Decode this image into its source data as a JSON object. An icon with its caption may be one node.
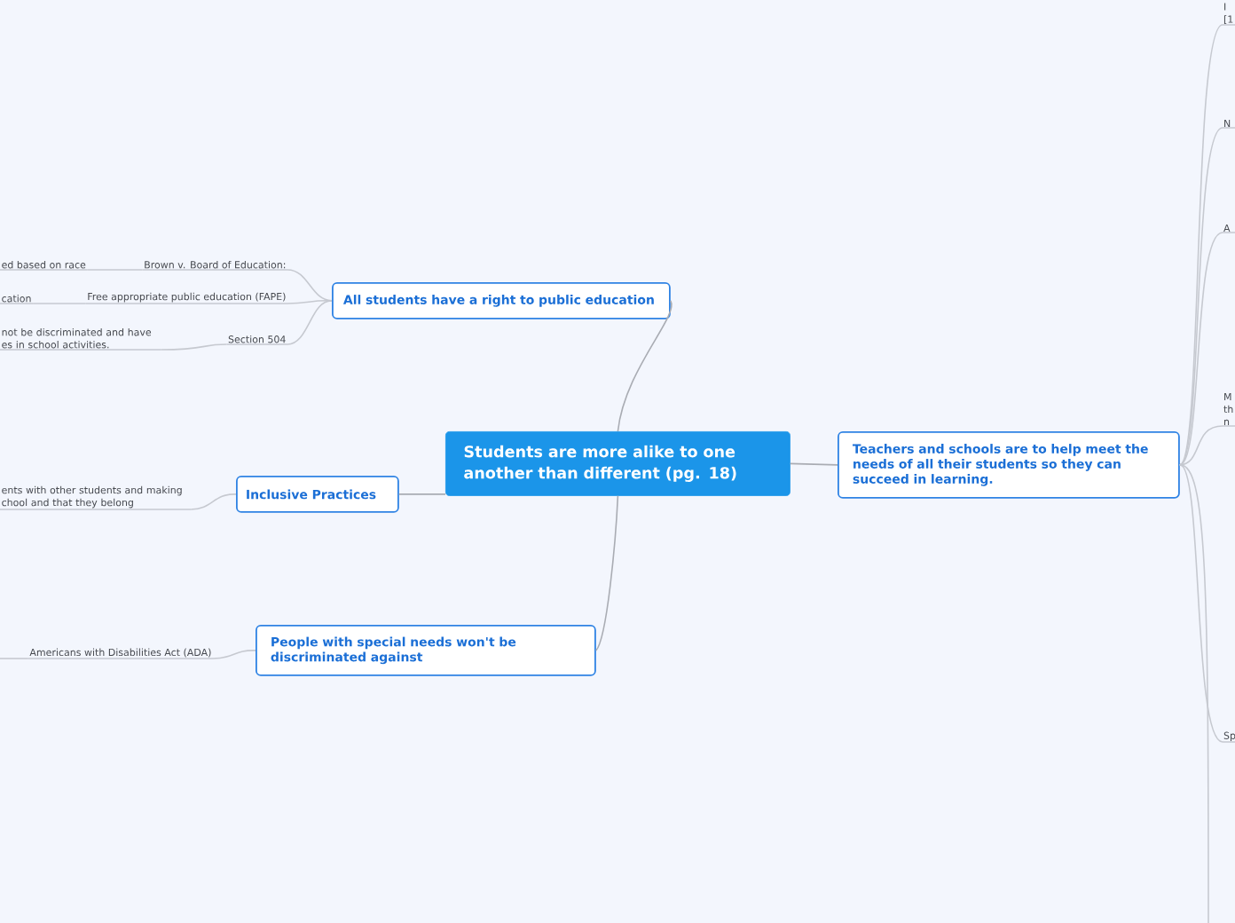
{
  "diagram": {
    "nodes": [
      {
        "text": [
          "Students are more alike to one another than different (pg. 18)"
        ]
      },
      {
        "text": [
          "All students have a right to public education"
        ]
      },
      {
        "text": [
          "Brown v. Board of Education:"
        ]
      },
      {
        "text": [
          "ed based on race"
        ]
      },
      {
        "text": [
          "Free appropriate public education (FAPE)"
        ]
      },
      {
        "text": [
          "cation"
        ]
      },
      {
        "text": [
          "Section 504"
        ]
      },
      {
        "text": [
          "not be discriminated and have es in school activities."
        ]
      },
      {
        "text": [
          "Inclusive Practices"
        ]
      },
      {
        "text": [
          "ents with other students and making chool and that they belong"
        ]
      },
      {
        "text": [
          "People with special needs won't be discriminated against"
        ]
      },
      {
        "text": [
          "Americans with Disabilities Act (ADA)"
        ]
      },
      {
        "text": [
          "Teachers and schools are to help meet the needs of all their students so they can succeed in learning."
        ]
      },
      {
        "text": [
          "I [1"
        ]
      },
      {
        "text": [
          "N"
        ]
      },
      {
        "text": [
          "A"
        ]
      },
      {
        "text": [
          "M th n"
        ]
      },
      {
        "text": [
          "Sp"
        ]
      }
    ],
    "edges": [
      {
        "from": 0,
        "to": 1,
        "arrow": "none",
        "color": "#a9acb3"
      },
      {
        "from": 1,
        "to": 2,
        "arrow": "none"
      },
      {
        "from": 2,
        "to": 3,
        "arrow": "none"
      },
      {
        "from": 1,
        "to": 4,
        "arrow": "none"
      },
      {
        "from": 4,
        "to": 5,
        "arrow": "none"
      },
      {
        "from": 1,
        "to": 6,
        "arrow": "none"
      },
      {
        "from": 6,
        "to": 7,
        "arrow": "none"
      },
      {
        "from": 0,
        "to": 8,
        "arrow": "none",
        "color": "#a9acb3"
      },
      {
        "from": 8,
        "to": 9,
        "arrow": "none"
      },
      {
        "from": 0,
        "to": 10,
        "arrow": "none",
        "color": "#a9acb3"
      },
      {
        "from": 10,
        "to": 11,
        "arrow": "none"
      },
      {
        "from": 11,
        "to": null,
        "arrow": "none"
      },
      {
        "from": 0,
        "to": 12,
        "arrow": "none",
        "color": "#a9acb3"
      },
      {
        "from": 12,
        "to": 13,
        "arrow": "none"
      },
      {
        "from": 12,
        "to": 14,
        "arrow": "none"
      },
      {
        "from": 12,
        "to": 15,
        "arrow": "none"
      },
      {
        "from": 12,
        "to": 16,
        "arrow": "none"
      },
      {
        "from": 12,
        "to": 17,
        "arrow": "none"
      },
      {
        "from": 12,
        "to": null,
        "arrow": "none"
      }
    ]
  }
}
